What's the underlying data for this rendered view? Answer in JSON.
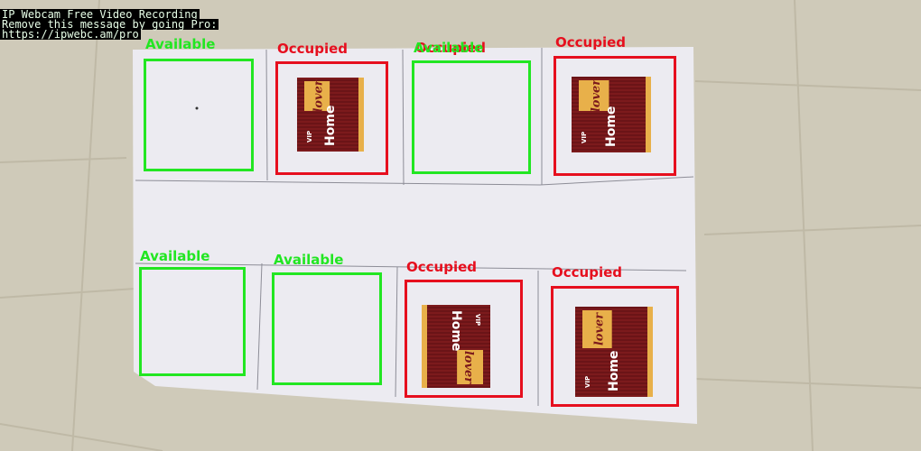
{
  "overlay": {
    "lines": [
      "IP Webcam Free Video Recording",
      "Remove this message by going Pro:",
      "https://ipwebc.am/pro"
    ]
  },
  "colors": {
    "available": "#22e622",
    "occupied": "#e60f1e",
    "paper": "#ecebf1",
    "floor": "#cfcab9",
    "box_red": "#7c1a1c",
    "box_gold": "#e8b04a"
  },
  "product": {
    "brand_line1": "Home",
    "brand_line2": "lover",
    "maker": "VIP"
  },
  "slots": [
    {
      "id": 1,
      "status": "Available",
      "label": "Available",
      "icon": "empty-slot-icon"
    },
    {
      "id": 2,
      "status": "Occupied",
      "label": "Occupied",
      "icon": "package-icon"
    },
    {
      "id": 3,
      "status": "Available",
      "label": "Available",
      "icon": "empty-slot-icon",
      "overlapping_label": "Occupied"
    },
    {
      "id": 4,
      "status": "Occupied",
      "label": "Occupied",
      "icon": "package-icon"
    },
    {
      "id": 5,
      "status": "Available",
      "label": "Available",
      "icon": "empty-slot-icon"
    },
    {
      "id": 6,
      "status": "Available",
      "label": "Available",
      "icon": "empty-slot-icon"
    },
    {
      "id": 7,
      "status": "Occupied",
      "label": "Occupied",
      "icon": "package-icon"
    },
    {
      "id": 8,
      "status": "Occupied",
      "label": "Occupied",
      "icon": "package-icon"
    }
  ]
}
